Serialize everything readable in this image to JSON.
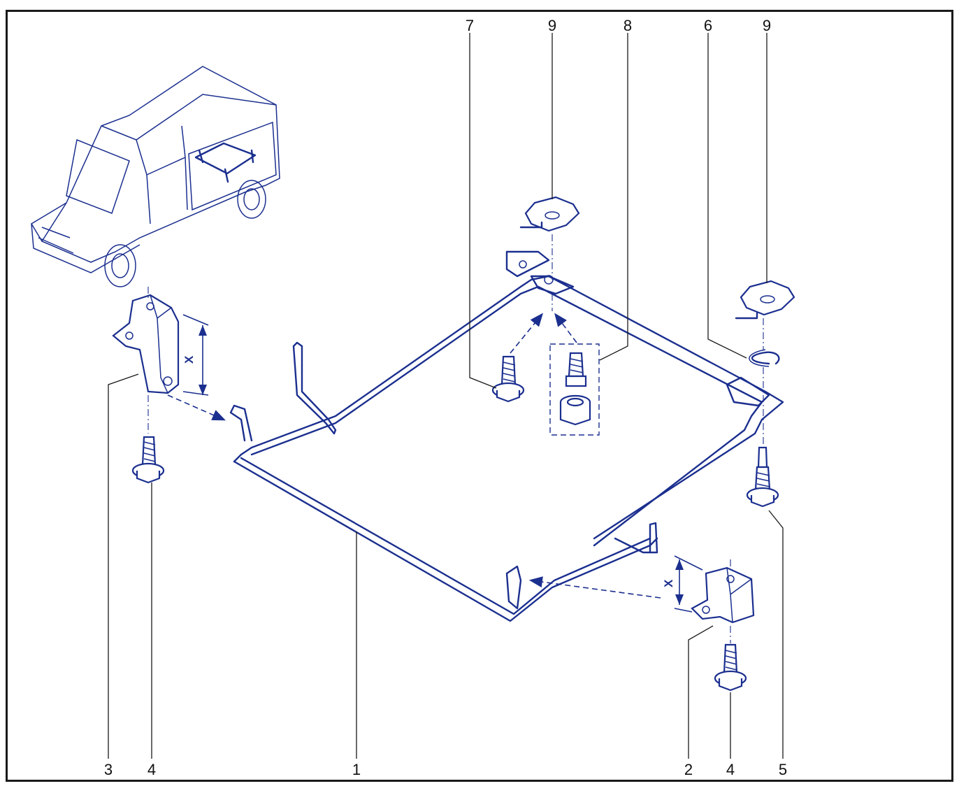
{
  "colors": {
    "ink": "#1b2f8f",
    "frame": "#1a1a1a",
    "background": "#ffffff"
  },
  "callouts": {
    "top": [
      "7",
      "9",
      "8",
      "6",
      "9"
    ],
    "bottom": [
      "3",
      "4",
      "1",
      "2",
      "4",
      "5"
    ]
  },
  "dimensions": {
    "left_bracket": "X",
    "right_bracket": "X"
  }
}
